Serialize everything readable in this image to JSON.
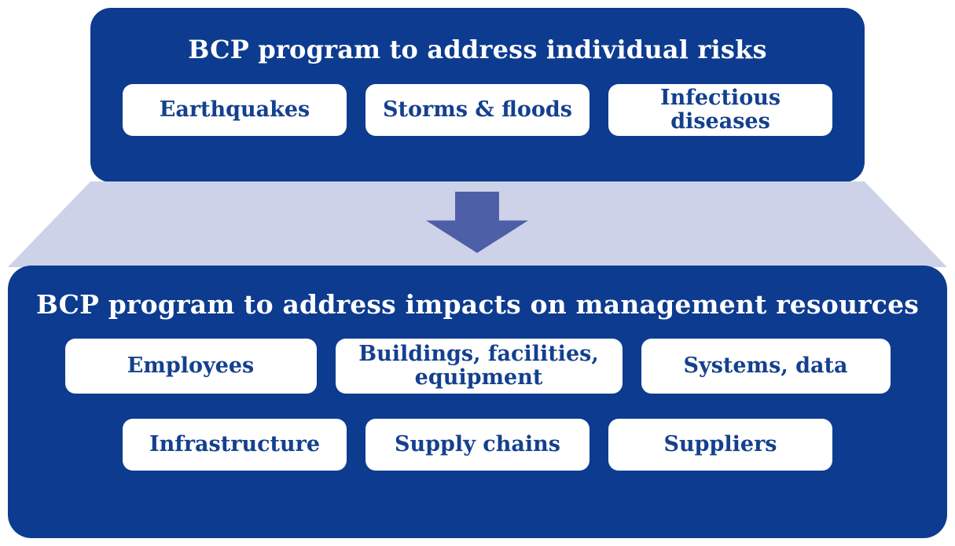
{
  "colors": {
    "panel_blue": "#0d3b8f",
    "band_lavender": "#cdd2e9",
    "arrow_blue": "#4d5fa6",
    "pill_text_blue": "#14408e",
    "pill_white": "#ffffff"
  },
  "top_section": {
    "title": "BCP program to address individual risks",
    "items": [
      {
        "label": "Earthquakes"
      },
      {
        "label": "Storms & floods"
      },
      {
        "label": "Infectious\ndiseases"
      }
    ]
  },
  "bottom_section": {
    "title": "BCP program to address impacts on management resources",
    "row1": [
      {
        "label": "Employees"
      },
      {
        "label": "Buildings, facilities,\nequipment"
      },
      {
        "label": "Systems, data"
      }
    ],
    "row2": [
      {
        "label": "Infrastructure"
      },
      {
        "label": "Supply chains"
      },
      {
        "label": "Suppliers"
      }
    ]
  }
}
